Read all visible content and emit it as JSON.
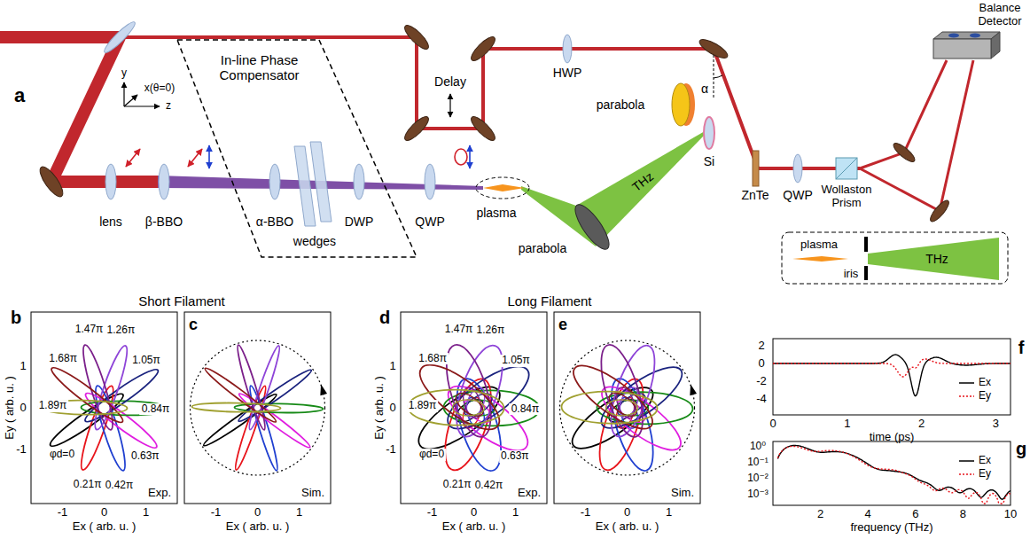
{
  "diagram": {
    "nodes": [
      {
        "text": [
          "In-line Phase Compensator"
        ]
      },
      {
        "text": [
          "Balance Detector"
        ]
      },
      {
        "text": [
          "plasma",
          "iris",
          "THz"
        ]
      }
    ],
    "labels": [
      "a",
      "y",
      "x(θ=0)",
      "z",
      "lens",
      "β-BBO",
      "α-BBO",
      "wedges",
      "DWP",
      "QWP",
      "plasma",
      "parabola",
      "THz",
      "Delay",
      "HWP",
      "parabola",
      "Si",
      "α",
      "ZnTe",
      "QWP",
      "Wollaston Prism",
      "Short Filament",
      "Long Filament",
      "b",
      "φd=0",
      "0.21π",
      "0.42π",
      "0.63π",
      "0.84π",
      "1.05π",
      "1.26π",
      "1.47π",
      "1.68π",
      "1.89π",
      "Exp.",
      "1",
      "0",
      "-1",
      "-1",
      "0",
      "1",
      "Ex ( arb. u. )",
      "Ey ( arb. u. )",
      "c",
      "Sim.",
      "-1",
      "0",
      "1",
      "Ex ( arb. u. )",
      "d",
      "φd=0",
      "0.21π",
      "0.42π",
      "0.63π",
      "0.84π",
      "1.05π",
      "1.26π",
      "1.47π",
      "1.68π",
      "1.89π",
      "Exp.",
      "1",
      "0",
      "-1",
      "-1",
      "0",
      "1",
      "Ex ( arb. u. )",
      "Ey ( arb. u. )",
      "e",
      "Sim.",
      "-1",
      "0",
      "1",
      "Ex ( arb. u. )",
      "f",
      "2",
      "0",
      "-2",
      "-4",
      "0",
      "1",
      "2",
      "3",
      "time (ps)",
      "g",
      "10⁰",
      "10⁻¹",
      "10⁻²",
      "10⁻³",
      "2",
      "4",
      "6",
      "8",
      "10",
      "frequency (THz)"
    ],
    "legend": [
      {
        "text": "Ex"
      },
      {
        "text": "Ey"
      },
      {
        "text": "Ex"
      },
      {
        "text": "Ey"
      }
    ]
  }
}
